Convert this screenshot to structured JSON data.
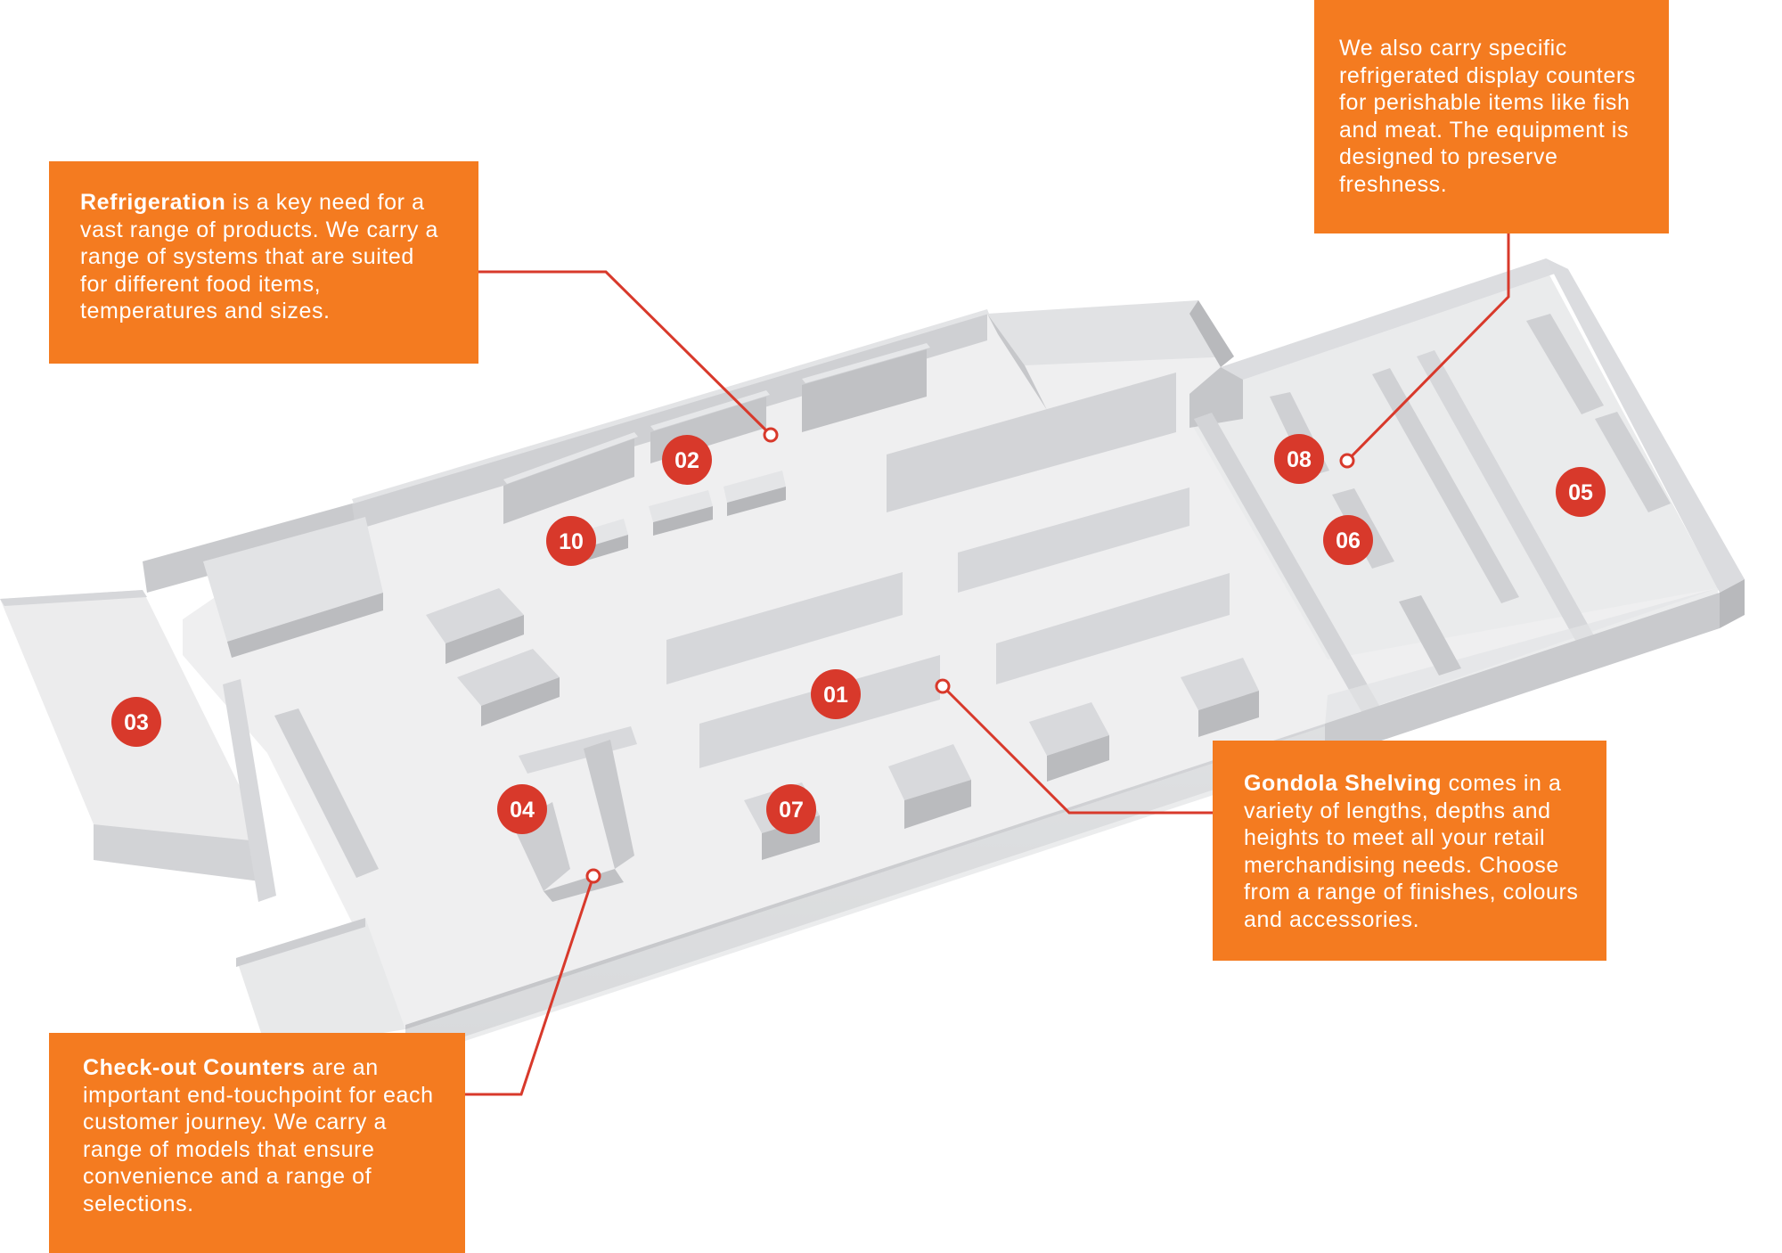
{
  "callouts": {
    "refrigeration": {
      "title": "Refrigeration",
      "body": " is a key need for a vast range of products. We carry a range of systems that are suited for different food items, temperatures and sizes."
    },
    "display_counters": {
      "body": "We also carry specific refrigerated display counters for perishable items like fish and meat. The equipment is designed to preserve freshness."
    },
    "gondola": {
      "title": "Gondola Shelving",
      "body": " comes in a variety of lengths, depths and heights to meet all your retail merchandising needs. Choose from a range of finishes, colours and accessories."
    },
    "checkout": {
      "title": "Check-out Counters",
      "body": " are an important end-touchpoint for each customer journey. We carry a range of models that ensure convenience and a range of selections."
    }
  },
  "markers": {
    "m01": "01",
    "m02": "02",
    "m03": "03",
    "m04": "04",
    "m05": "05",
    "m06": "06",
    "m07": "07",
    "m08": "08",
    "m10": "10"
  },
  "colors": {
    "callout_fill": "#f47b20",
    "marker_fill": "#d8392b",
    "leader_line": "#d8392b",
    "floor": "#eeeeef",
    "wall_top": "#dedfe1",
    "wall_side": "#c3c4c7",
    "fixture_top": "#e4e5e7",
    "fixture_side": "#b6b7ba"
  }
}
